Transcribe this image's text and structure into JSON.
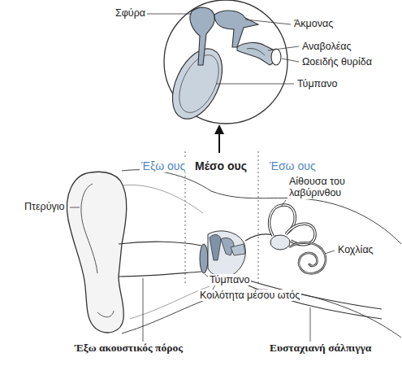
{
  "diagram": {
    "labels": [
      "Σφύρα",
      "Άκμονας",
      "Αναβολέας",
      "Ωοειδής θυρίδα",
      "Τύμπανο",
      "Έξω ους",
      "Μέσο ους",
      "Έσω ους",
      "Πτερύγιο",
      "Αίθουσα του λαβύρινθου",
      "Κοχλίας",
      "Τύμπανο",
      "Κοιλότητα μέσου ωτός",
      "Έξω ακουστικός πόρος",
      "Ευσταχιανή σάλπιγγα"
    ]
  }
}
